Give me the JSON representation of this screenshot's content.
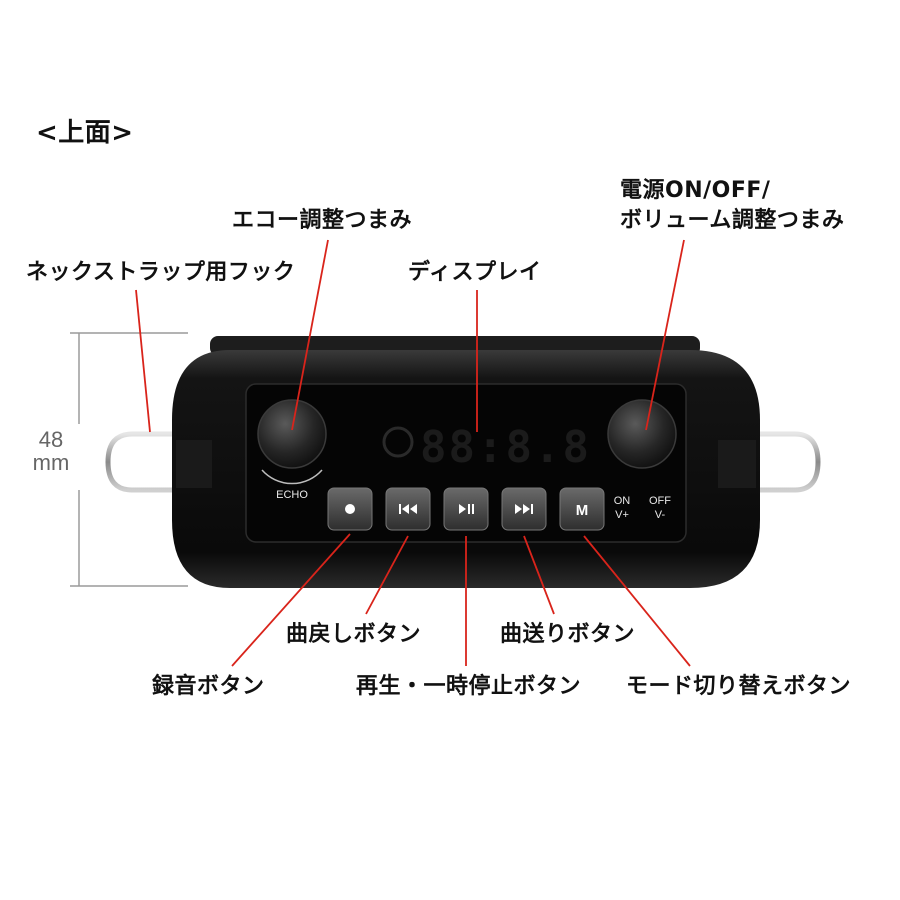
{
  "heading": "<上面>",
  "dimension": {
    "value": "48",
    "unit": "mm"
  },
  "callouts": {
    "neck_strap_hook": "ネックストラップ用フック",
    "echo_knob": "エコー調整つまみ",
    "display": "ディスプレイ",
    "power_volume_knob_line1": "電源ON/OFF/",
    "power_volume_knob_line2": "ボリューム調整つまみ",
    "prev_button": "曲戻しボタン",
    "next_button": "曲送りボタン",
    "record_button": "録音ボタン",
    "play_pause_button": "再生・一時停止ボタン",
    "mode_button": "モード切り替えボタン"
  },
  "device": {
    "echo_label": "ECHO",
    "on_label": "ON",
    "vplus_label": "V+",
    "off_label": "OFF",
    "vminus_label": "V-",
    "mode_key_label": "M",
    "display_digits": "88:8.8"
  },
  "colors": {
    "leader": "#d9241b",
    "dimension": "#9a9a9a",
    "body": "#0c0c0c"
  }
}
